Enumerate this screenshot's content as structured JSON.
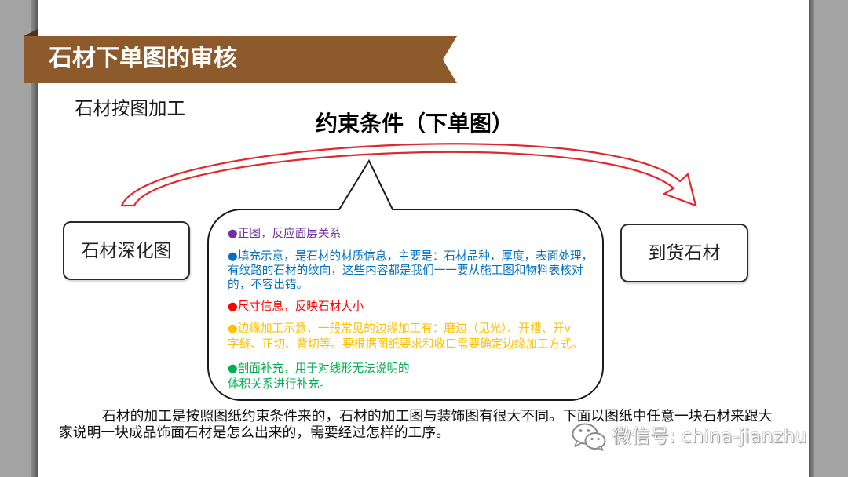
{
  "slide": {
    "title": "石材下单图的审核",
    "subtitle": "石材按图加工",
    "constraint_heading": "约束条件（下单图）",
    "left_box_label": "石材深化图",
    "right_box_label": "到货石材",
    "callout": {
      "items": [
        {
          "color": "#7030A0",
          "lines": [
            "●正图，反应面层关系"
          ]
        },
        {
          "color": "#0070C0",
          "lines": [
            "●填充示意，是石材的材质信息，主要是：石材品种，厚度，表面处理，",
            "有纹路的石材的纹向，这些内容都是我们一一要从施工图和物料表核对",
            "的，不容出错。"
          ]
        },
        {
          "color": "#FF0000",
          "lines": [
            "●尺寸信息，反映石材大小"
          ]
        },
        {
          "color": "#FFC000",
          "lines": [
            "●边缘加工示意，一般常见的边缘加工有：磨边（见光）、开槽、开v",
            "字缝、正切、背切等。要根据图纸要求和收口需要确定边缘加工方式。"
          ]
        },
        {
          "color": "#00B050",
          "lines": [
            "●剖面补充，用于对线形无法说明的",
            "体积关系进行补充。"
          ]
        }
      ]
    },
    "paragraph_lines": [
      "石材的加工是按照图纸约束条件来的，石材的加工图与装饰图有很大不同。下面以图纸中任意一块石材来跟大",
      "家说明一块成品饰面石材是怎么出来的，需要经过怎样的工序。"
    ]
  },
  "watermark": {
    "icon": "wechat-icon",
    "text": "微信号: china-jianzhu"
  },
  "colors": {
    "banner": "#8C5A2B",
    "banner_fold": "#4E3116",
    "arrow": "#E3262B",
    "callout_border": "#1A1A1A",
    "margin": "#A3A3A3"
  }
}
